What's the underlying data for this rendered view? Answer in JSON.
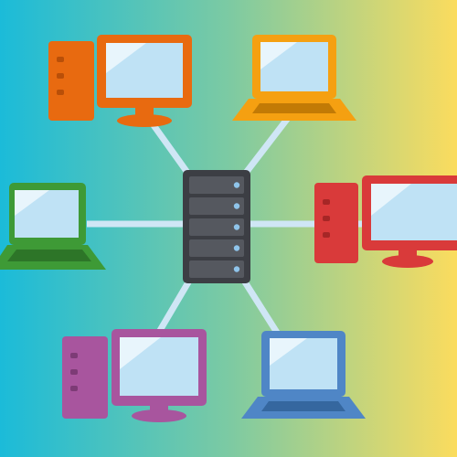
{
  "colors": {
    "background_left": "#1bbbd9",
    "background_mid": "#7ccaa3",
    "background_right": "#fbdc5e",
    "link": "#cfe6f5",
    "server_body": "#3c3e44",
    "server_bay": "#55585f",
    "server_light": "#8fc4ea",
    "screen": "#bfe2f5",
    "screen_glare": "#e8f5fc",
    "orange_desktop": "#e86a10",
    "amber_laptop": "#f5a011",
    "green_laptop": "#3e9a36",
    "red_desktop": "#d93a3a",
    "purple_desktop": "#a8559e",
    "blue_laptop": "#4f86c6"
  },
  "diagram": {
    "type": "star-network",
    "hub": {
      "kind": "server",
      "icon": "server-rack-icon",
      "bays": 5
    },
    "nodes": [
      {
        "id": "top-left",
        "kind": "desktop",
        "icon": "desktop-computer-icon",
        "color": "#e86a10"
      },
      {
        "id": "top-right",
        "kind": "laptop",
        "icon": "laptop-icon",
        "color": "#f5a011"
      },
      {
        "id": "mid-left",
        "kind": "laptop",
        "icon": "laptop-icon",
        "color": "#3e9a36"
      },
      {
        "id": "mid-right",
        "kind": "desktop",
        "icon": "desktop-computer-icon",
        "color": "#d93a3a"
      },
      {
        "id": "bottom-left",
        "kind": "desktop",
        "icon": "desktop-computer-icon",
        "color": "#a8559e"
      },
      {
        "id": "bottom-right",
        "kind": "laptop",
        "icon": "laptop-icon",
        "color": "#4f86c6"
      }
    ],
    "links": [
      {
        "from": "hub",
        "to": "top-left"
      },
      {
        "from": "hub",
        "to": "top-right"
      },
      {
        "from": "hub",
        "to": "mid-left"
      },
      {
        "from": "hub",
        "to": "mid-right"
      },
      {
        "from": "hub",
        "to": "bottom-left"
      },
      {
        "from": "hub",
        "to": "bottom-right"
      }
    ]
  }
}
